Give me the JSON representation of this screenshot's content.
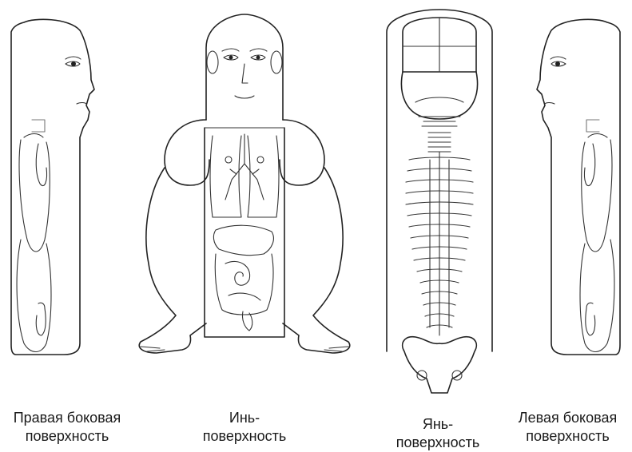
{
  "panels": [
    {
      "id": "right-side",
      "line1": "Правая боковая",
      "line2": "поверхность"
    },
    {
      "id": "yin",
      "line1": "Инь-",
      "line2": "поверхность"
    },
    {
      "id": "yang",
      "line1": "Янь-",
      "line2": "поверхность"
    },
    {
      "id": "left-side",
      "line1": "Левая боковая",
      "line2": "поверхность"
    }
  ]
}
